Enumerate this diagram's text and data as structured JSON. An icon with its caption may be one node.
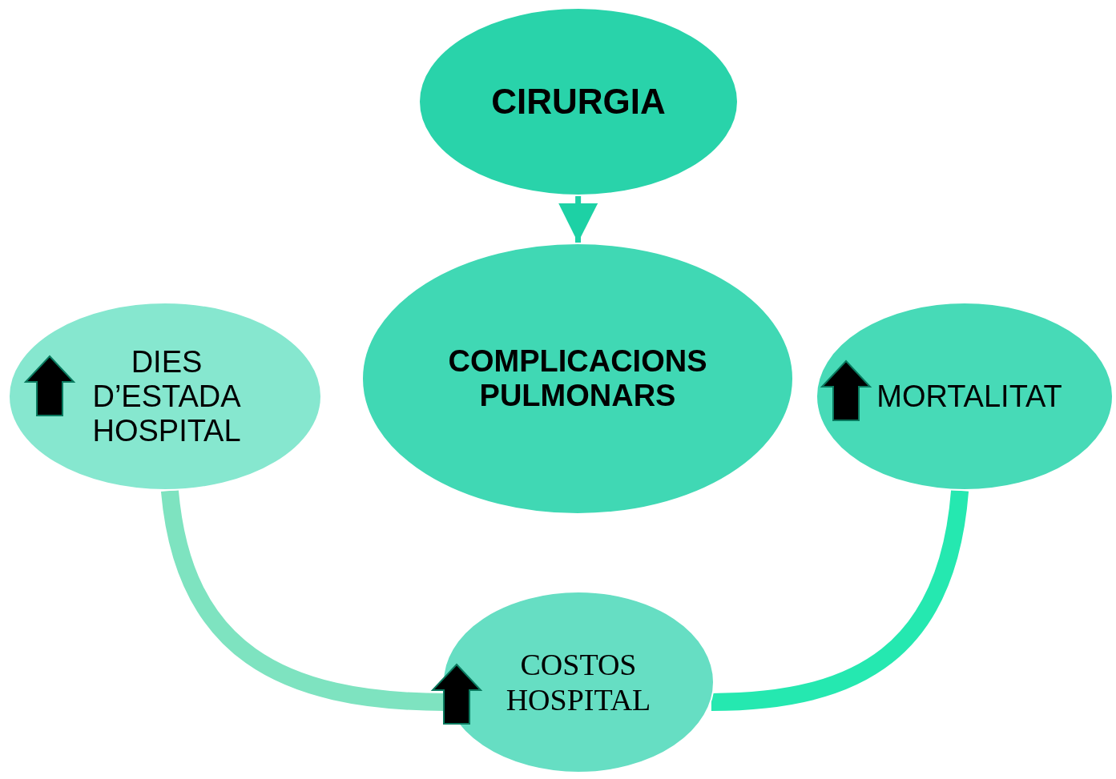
{
  "diagram": {
    "nodes": [
      {
        "text": [
          "CIRURGIA"
        ]
      },
      {
        "text": [
          "COMPLICACIONS PULMONARS"
        ]
      },
      {
        "text": [
          "DIES D’ESTADA HOSPITAL"
        ]
      },
      {
        "text": [
          "MORTALITAT"
        ]
      },
      {
        "text": [
          "COSTOS HOSPITAL"
        ]
      }
    ],
    "edges": [
      {
        "from": 0,
        "to": 1,
        "arrow": "to",
        "color": "#1dd1a5"
      },
      {
        "from": 2,
        "to": 4,
        "arrow": "none",
        "color": "#7ee3c0"
      },
      {
        "from": 3,
        "to": 4,
        "arrow": "none",
        "color": "#25e8b0"
      }
    ]
  }
}
